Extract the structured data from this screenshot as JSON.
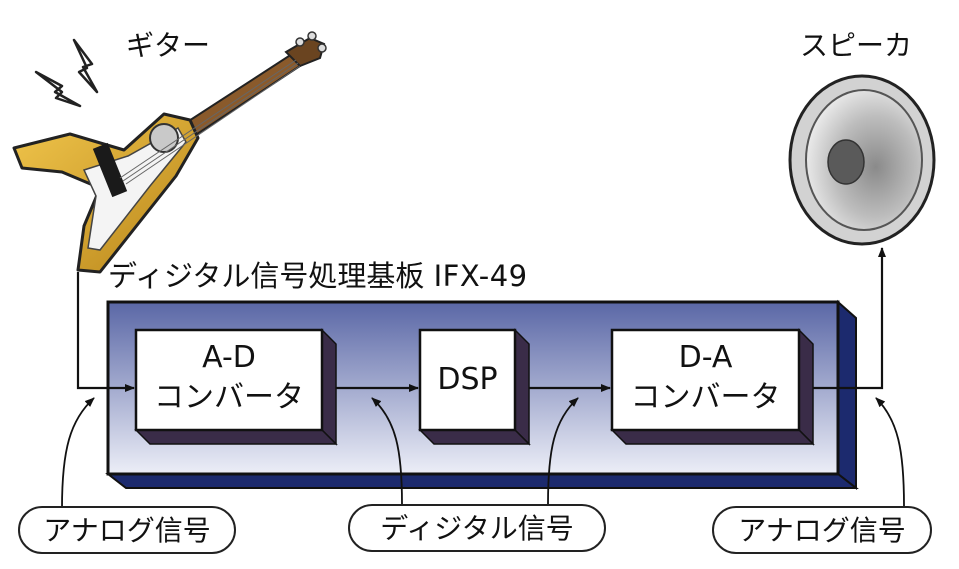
{
  "labels": {
    "guitar": "ギター",
    "speaker": "スピーカ",
    "board_title": "ディジタル信号処理基板",
    "board_model": "IFX-49"
  },
  "blocks": {
    "adc": {
      "line1": "A-D",
      "line2": "コンバータ"
    },
    "dsp": {
      "line1": "DSP"
    },
    "dac": {
      "line1": "D-A",
      "line2": "コンバータ"
    }
  },
  "signal_tags": {
    "analog_in": "アナログ信号",
    "digital": "ディジタル信号",
    "analog_out": "アナログ信号"
  },
  "colors": {
    "board_top": "#5d6aa8",
    "board_bottom": "#e6e9f4",
    "board_side": "#1c2a6e",
    "block_shadow": "#3a2c48",
    "guitar_body": "#d6a12a",
    "speaker_gray": "#9a9a9a"
  }
}
